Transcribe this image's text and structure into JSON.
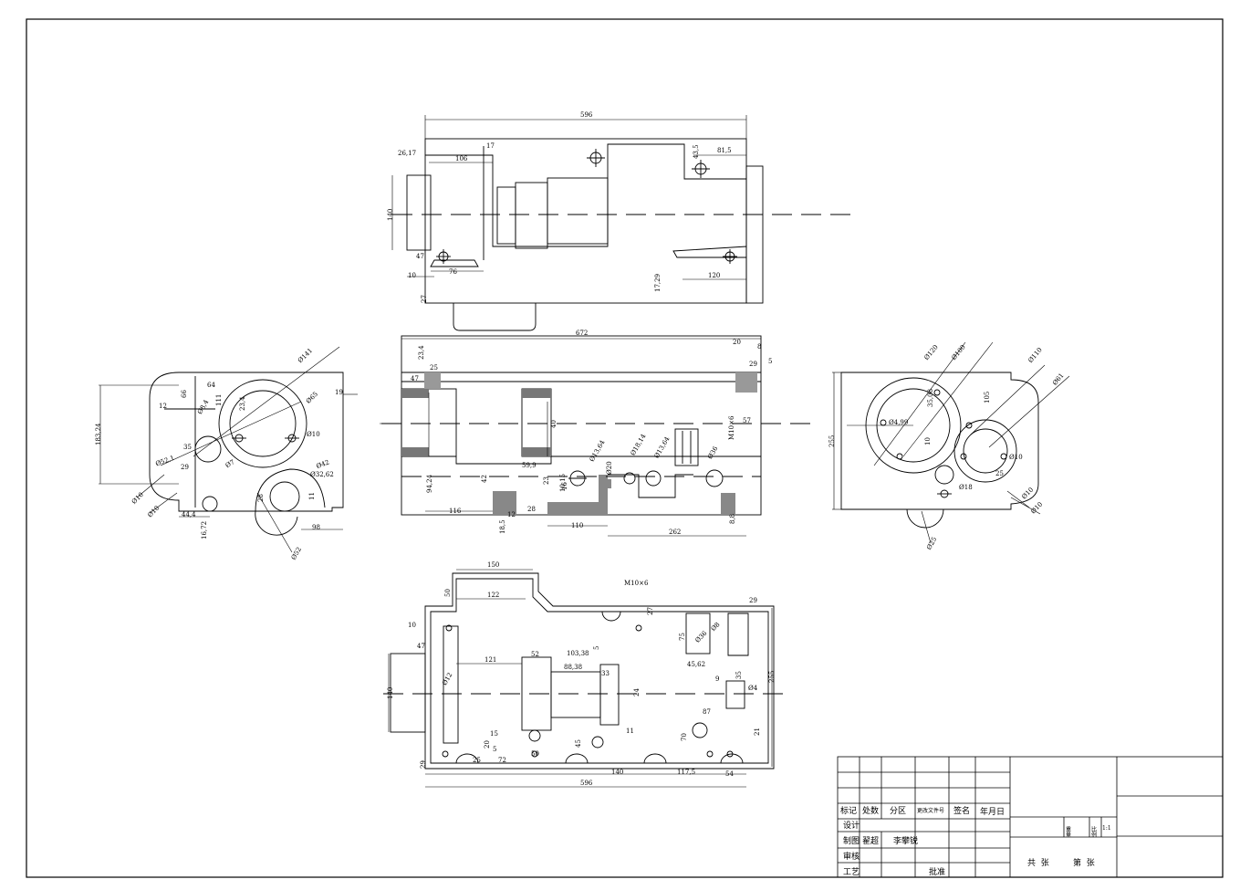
{
  "views": {
    "top": {
      "dims": [
        "596",
        "26,17",
        "106",
        "81,5",
        "17",
        "43,5",
        "140",
        "47",
        "76",
        "10",
        "27",
        "17,29",
        "120"
      ]
    },
    "front": {
      "dims": [
        "672",
        "20",
        "8",
        "23,4",
        "25",
        "47",
        "29",
        "5",
        "40",
        "57",
        "M10×6",
        "Ø36",
        "Ø13,64",
        "Ø18,14",
        "Ø13,64",
        "Ø20",
        "59,9",
        "42",
        "23",
        "16",
        "10,15",
        "94,24",
        "116",
        "18,5",
        "12",
        "28",
        "110",
        "262",
        "8,8"
      ]
    },
    "left": {
      "dims": [
        "Ø141",
        "183,24",
        "66",
        "Ø8,4",
        "12",
        "111",
        "64",
        "23,4",
        "Ø65",
        "19",
        "35",
        "Ø52,1",
        "29",
        "Ø10",
        "Ø7",
        "Ø42",
        "Ø32,62",
        "Ø10",
        "Ø10",
        "44,4",
        "16,72",
        "Ø52",
        "98",
        "11",
        "28"
      ]
    },
    "right": {
      "dims": [
        "Ø120",
        "Ø100",
        "Ø110",
        "Ø61",
        "35,08",
        "105",
        "Ø4,99",
        "255",
        "10",
        "Ø18",
        "Ø10",
        "25",
        "Ø10",
        "Ø10",
        "Ø25"
      ]
    },
    "bottom": {
      "dims": [
        "150",
        "122",
        "M10×6",
        "29",
        "50",
        "27",
        "10",
        "47",
        "121",
        "52",
        "103,38",
        "88,38",
        "5",
        "33",
        "Ø12",
        "140",
        "Ø8",
        "Ø36",
        "45,62",
        "75",
        "255",
        "9",
        "35",
        "Ø4",
        "87",
        "24",
        "21",
        "70",
        "11",
        "15",
        "5",
        "20",
        "72",
        "25",
        "50",
        "45",
        "29",
        "140",
        "117,5",
        "54",
        "596"
      ]
    }
  },
  "title_block": {
    "header": [
      "标记",
      "处数",
      "分区",
      "更改文件号",
      "签名",
      "年月日"
    ],
    "rows": [
      {
        "label": "设计",
        "name": ""
      },
      {
        "label": "制图",
        "name": "翟超",
        "name2": "李攀锐"
      },
      {
        "label": "审核",
        "name": ""
      },
      {
        "label": "工艺",
        "name": "",
        "approve": "批准"
      }
    ],
    "weight_label": "重量",
    "scale_label": "比例",
    "scale": "1:1",
    "sheets": "共  张",
    "sheet_no": "第  张"
  }
}
